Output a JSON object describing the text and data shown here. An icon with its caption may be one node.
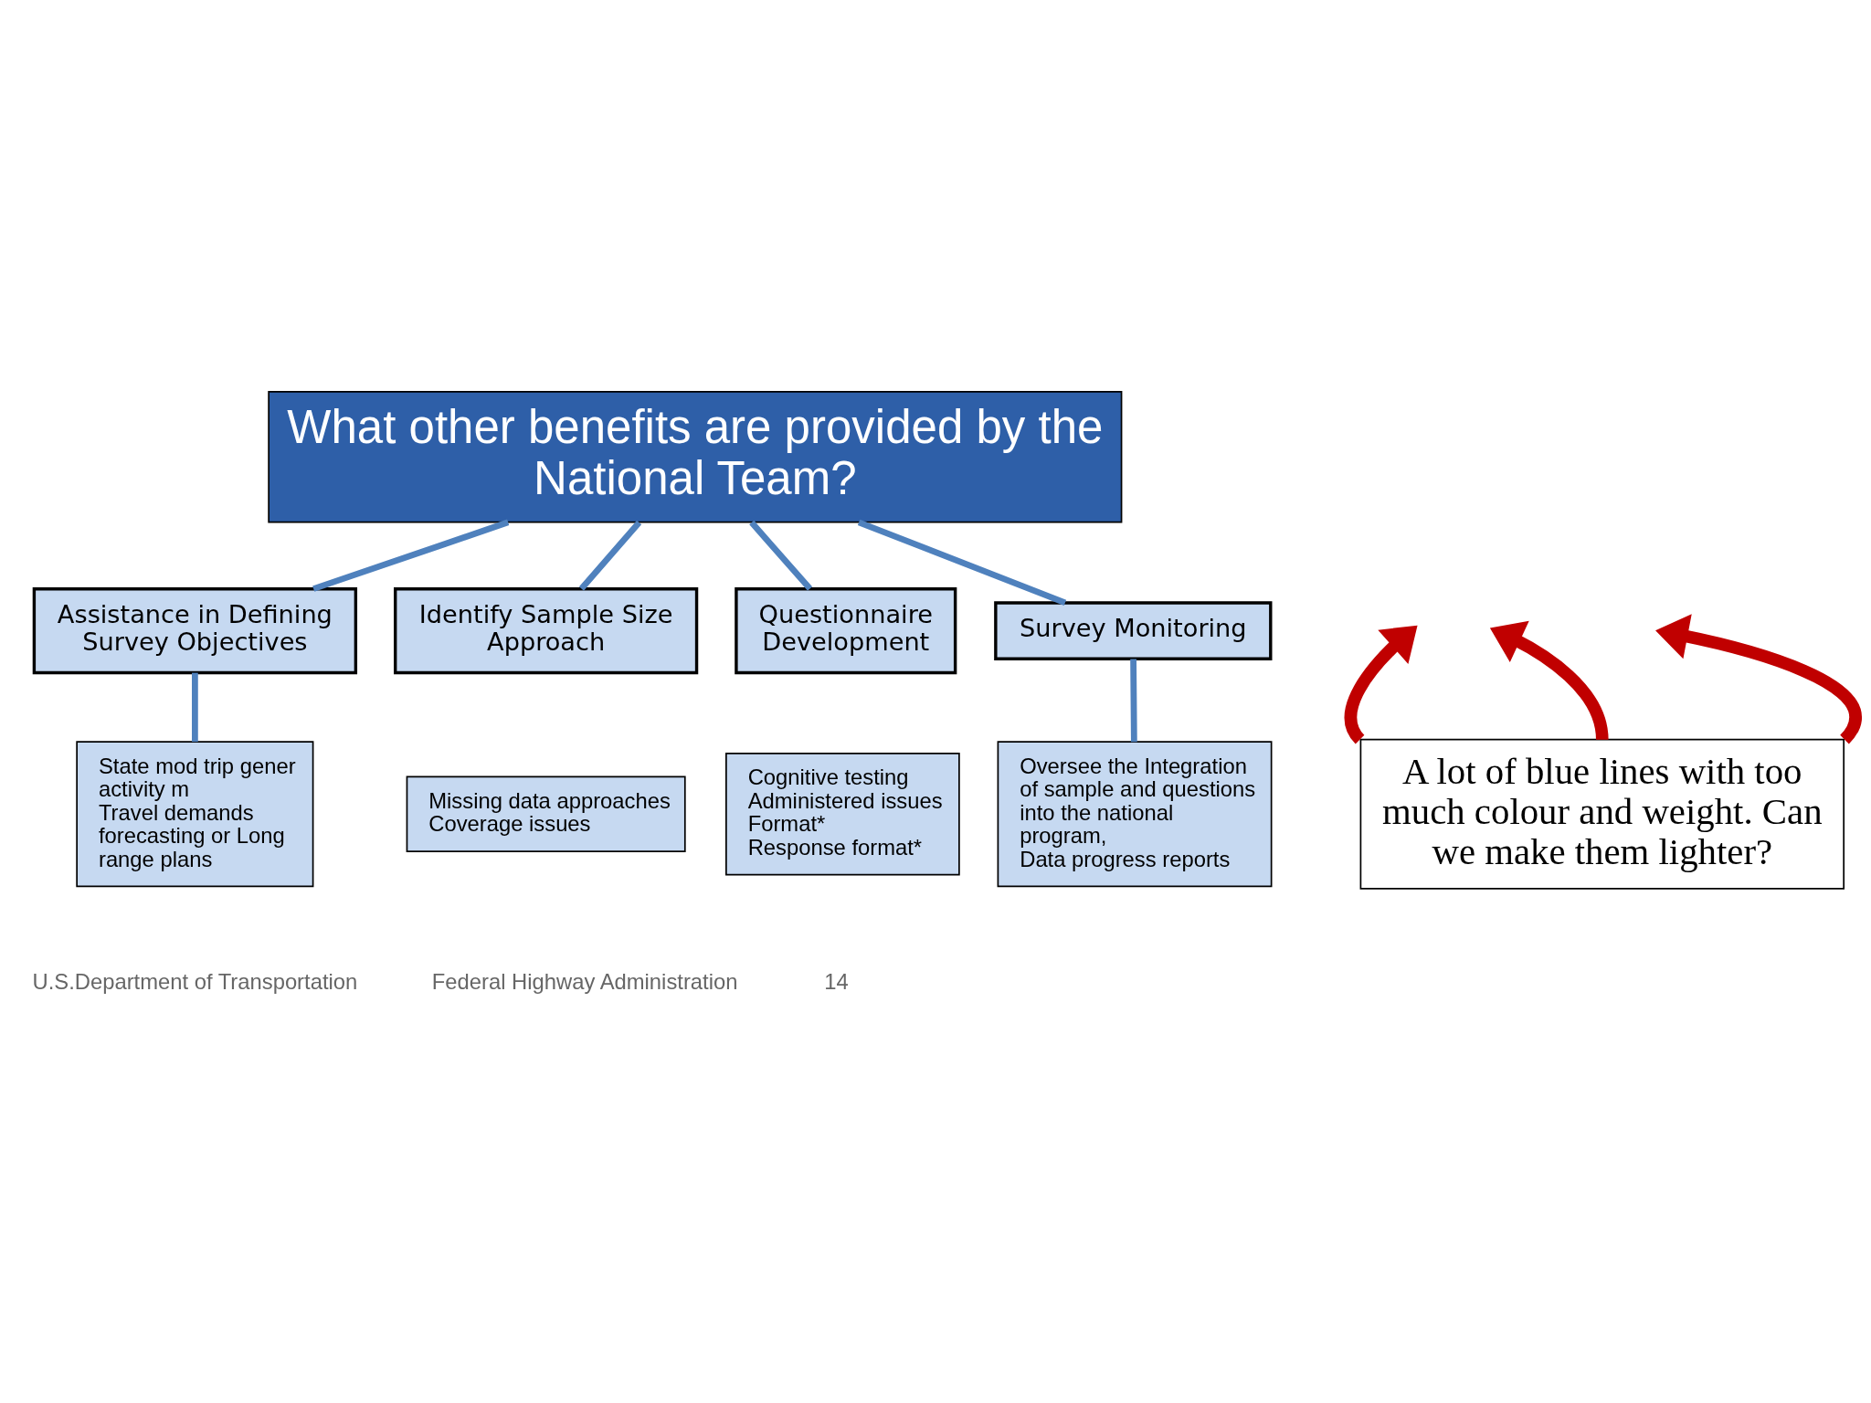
{
  "diagram": {
    "nodes": [
      {
        "text": [
          "What other benefits are provided by the National Team?"
        ]
      },
      {
        "text": [
          "Assistance in Defining Survey Objectives"
        ]
      },
      {
        "text": [
          "Identify Sample Size Approach"
        ]
      },
      {
        "text": [
          "Questionnaire Development"
        ]
      },
      {
        "text": [
          "Survey Monitoring"
        ]
      },
      {
        "text": [
          "State mod trip gener activity m",
          "Travel demands forecasting or Long range plans"
        ]
      },
      {
        "text": [
          "Missing data approaches",
          "Coverage issues"
        ]
      },
      {
        "text": [
          "Cognitive testing",
          "Administered issues",
          "Format*",
          "Response format*"
        ]
      },
      {
        "text": [
          "Oversee the Integration of sample and questions into the national program,",
          "Data progress reports"
        ]
      },
      {
        "text": [
          "A lot of blue lines with too much colour and weight. Can we make them lighter?"
        ]
      }
    ],
    "edges": [
      {
        "from": 0,
        "to": 1,
        "arrow": "none"
      },
      {
        "from": 0,
        "to": 2,
        "arrow": "none"
      },
      {
        "from": 0,
        "to": 3,
        "arrow": "none"
      },
      {
        "from": 0,
        "to": 4,
        "arrow": "none"
      },
      {
        "from": 1,
        "to": 5,
        "arrow": "none"
      },
      {
        "from": 4,
        "to": 8,
        "arrow": "none"
      },
      {
        "from": 9,
        "to": null,
        "arrow": "to",
        "style": "thick",
        "color": "#c00000"
      },
      {
        "from": 9,
        "to": null,
        "arrow": "to",
        "style": "thick",
        "color": "#c00000"
      },
      {
        "from": 9,
        "to": null,
        "arrow": "to",
        "style": "thick",
        "color": "#c00000"
      }
    ],
    "labels": [
      "U.S.Department of Transportation",
      "Federal Highway Administration",
      "14"
    ]
  }
}
